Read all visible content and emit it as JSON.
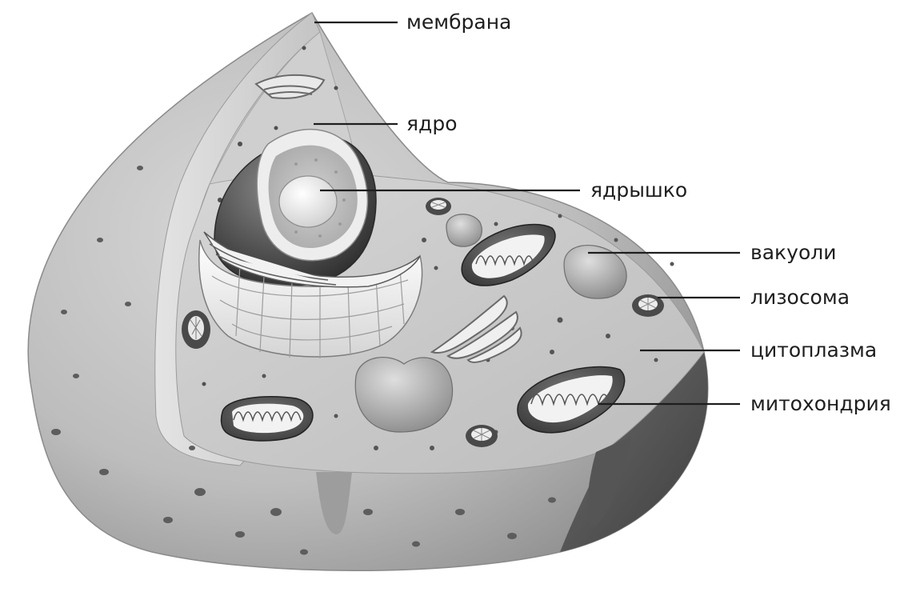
{
  "diagram": {
    "labels": {
      "membrane": "мембрана",
      "nucleus": "ядро",
      "nucleolus": "ядрышко",
      "vacuoles": "вакуоли",
      "lysosome": "лизосома",
      "cytoplasm": "цитоплазма",
      "mitochondria": "митохондрия"
    }
  }
}
